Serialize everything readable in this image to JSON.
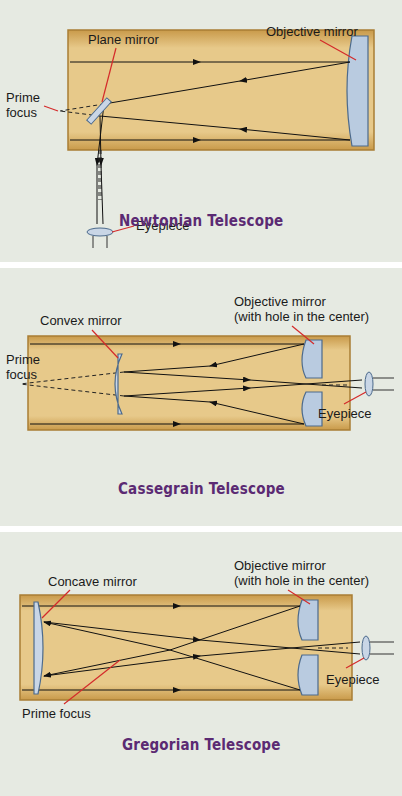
{
  "diagram": {
    "labels": [
      "Plane mirror",
      "Objective mirror",
      "Prime focus",
      "Eyepiece",
      "Newtonian Telescope",
      "Convex mirror",
      "Objective mirror (with hole in the center)",
      "Prime focus",
      "Eyepiece",
      "Cassegrain Telescope",
      "Concave mirror",
      "Objective mirror (with hole in the center)",
      "Eyepiece",
      "Prime focus",
      "Gregorian Telescope"
    ]
  }
}
